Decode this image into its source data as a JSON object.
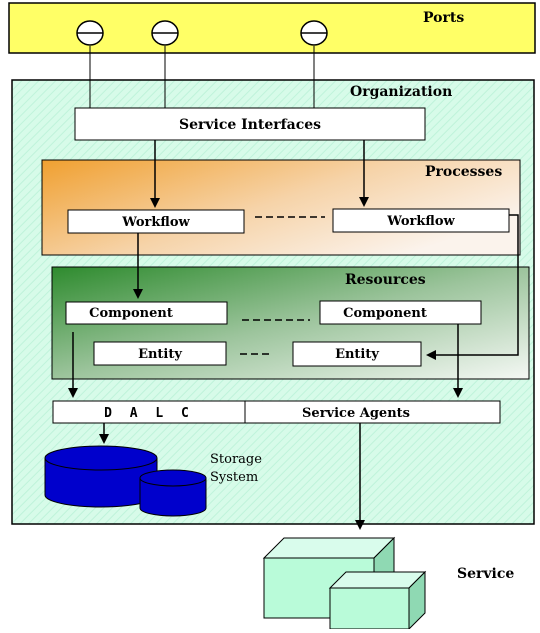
{
  "labels": {
    "ports": "Ports",
    "organization": "Organization",
    "service_interfaces": "Service Interfaces",
    "processes": "Processes",
    "workflow_left": "Workflow",
    "workflow_right": "Workflow",
    "resources": "Resources",
    "component_left": "Component",
    "component_right": "Component",
    "entity_left": "Entity",
    "entity_right": "Entity",
    "dalc": "D A L C",
    "service_agents": "Service Agents",
    "storage_line1": "Storage",
    "storage_line2": "System",
    "service": "Service"
  },
  "colors": {
    "ports_band": "#ffff66",
    "organization_bg": "#d7fbe9",
    "processes_gradient_start": "#f0a030",
    "processes_gradient_end": "#fbf3ec",
    "resources_gradient_start": "#2e8b2e",
    "resources_gradient_end": "#f4f8f4",
    "storage_blue": "#0000cc",
    "service_box": "#b9fbd9"
  },
  "icons": [
    "port-circle-icon",
    "database-cylinder-icon",
    "server-cube-icon"
  ]
}
